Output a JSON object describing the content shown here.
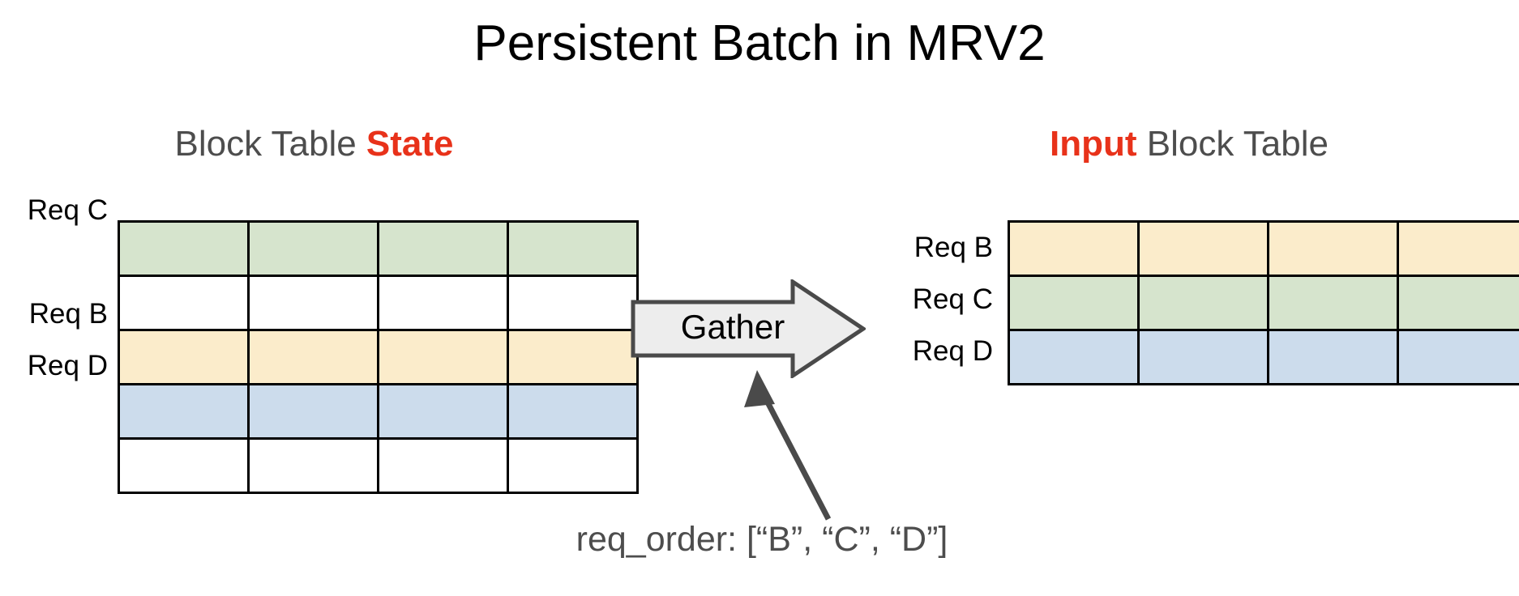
{
  "title": "Persistent Batch in MRV2",
  "colors": {
    "accent_red": "#e8321a",
    "heading_gray": "#4d4d4d",
    "green": "#d6e4cd",
    "cream": "#fbeccb",
    "blue": "#ccdcec",
    "white": "#ffffff",
    "grid_line": "#000000",
    "arrow_fill": "#ededed",
    "arrow_stroke": "#4a4a4a"
  },
  "left_panel": {
    "heading_prefix": "Block Table ",
    "heading_accent": "State",
    "row_labels": [
      "Req C",
      "",
      "Req B",
      "Req D",
      ""
    ],
    "rows": [
      {
        "label": "Req C",
        "cells": [
          "green",
          "green",
          "green",
          "green"
        ]
      },
      {
        "label": "",
        "cells": [
          "white",
          "white",
          "white",
          "white"
        ]
      },
      {
        "label": "Req B",
        "cells": [
          "cream",
          "cream",
          "cream",
          "cream"
        ]
      },
      {
        "label": "Req D",
        "cells": [
          "blue",
          "blue",
          "blue",
          "blue"
        ]
      },
      {
        "label": "",
        "cells": [
          "white",
          "white",
          "white",
          "white"
        ]
      }
    ],
    "columns": 4
  },
  "right_panel": {
    "heading_accent": "Input",
    "heading_suffix": " Block Table",
    "row_labels": [
      "Req B",
      "Req C",
      "Req D"
    ],
    "rows": [
      {
        "label": "Req B",
        "cells": [
          "cream",
          "cream",
          "cream",
          "cream"
        ]
      },
      {
        "label": "Req C",
        "cells": [
          "green",
          "green",
          "green",
          "green"
        ]
      },
      {
        "label": "Req D",
        "cells": [
          "blue",
          "blue",
          "blue",
          "blue"
        ]
      }
    ],
    "columns": 4
  },
  "gather": {
    "label": "Gather"
  },
  "annotation": {
    "caption": "req_order: [“B”, “C”, “D”]"
  }
}
